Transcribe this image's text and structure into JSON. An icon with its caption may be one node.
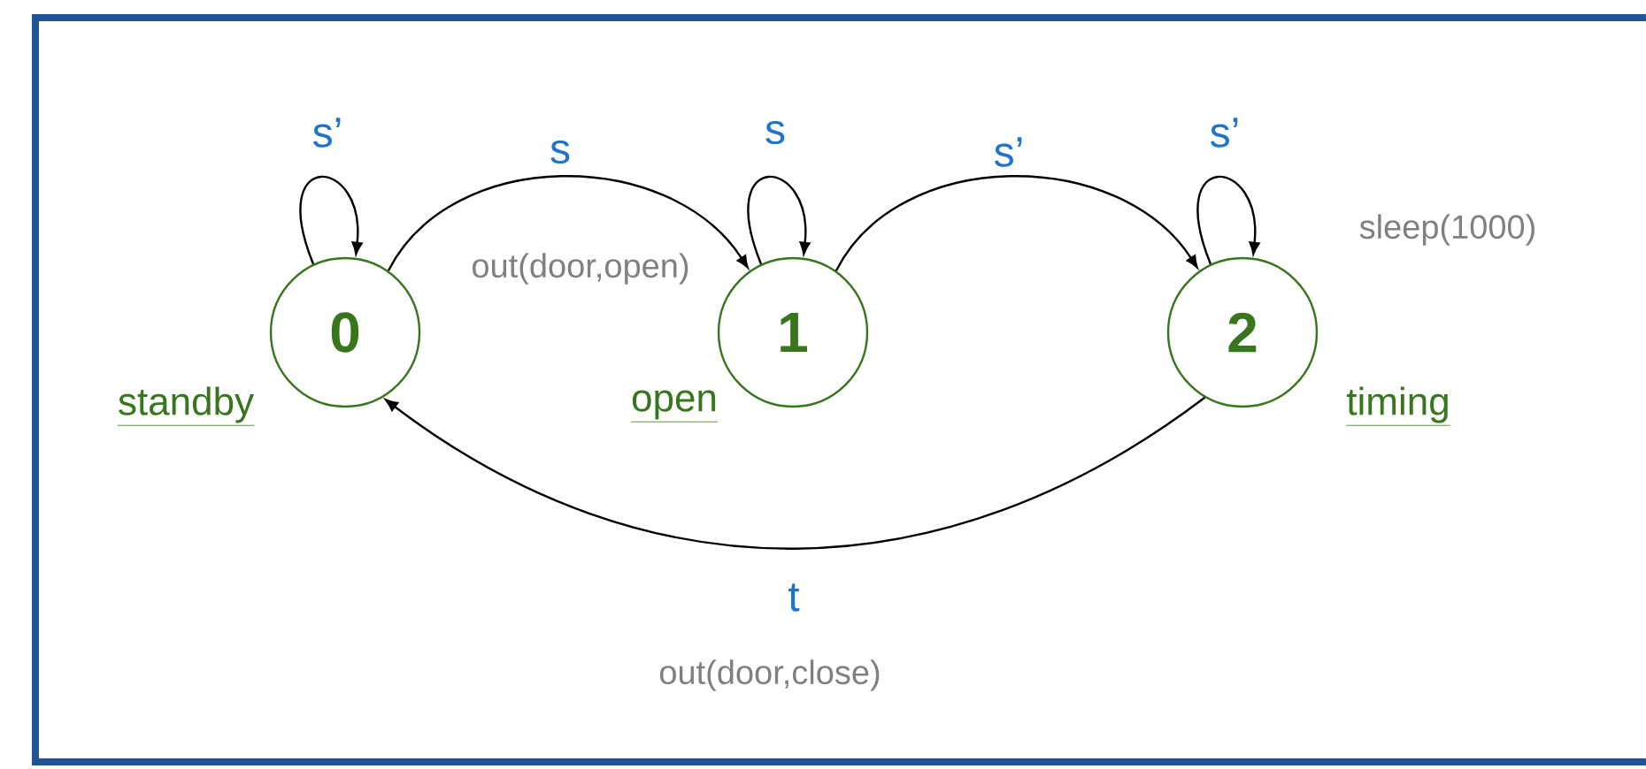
{
  "diagram": {
    "nodes": [
      {
        "text": [
          "0"
        ],
        "beside": [
          "standby"
        ]
      },
      {
        "text": [
          "1"
        ],
        "beside": [
          "open"
        ]
      },
      {
        "text": [
          "2"
        ],
        "beside": [
          "timing"
        ]
      }
    ],
    "edges": [
      {
        "from": 0,
        "to": 0,
        "arrow": "to",
        "label": "s’"
      },
      {
        "from": 0,
        "to": 1,
        "arrow": "to",
        "label": "s"
      },
      {
        "from": 1,
        "to": 1,
        "arrow": "to",
        "label": "s"
      },
      {
        "from": 1,
        "to": 2,
        "arrow": "to",
        "label": "s’"
      },
      {
        "from": 2,
        "to": 2,
        "arrow": "to",
        "label": "s’"
      },
      {
        "from": 2,
        "to": 0,
        "arrow": "to",
        "label": "t"
      }
    ],
    "labels": [
      "out(door,open)",
      "sleep(1000)",
      "out(door,close)"
    ]
  }
}
